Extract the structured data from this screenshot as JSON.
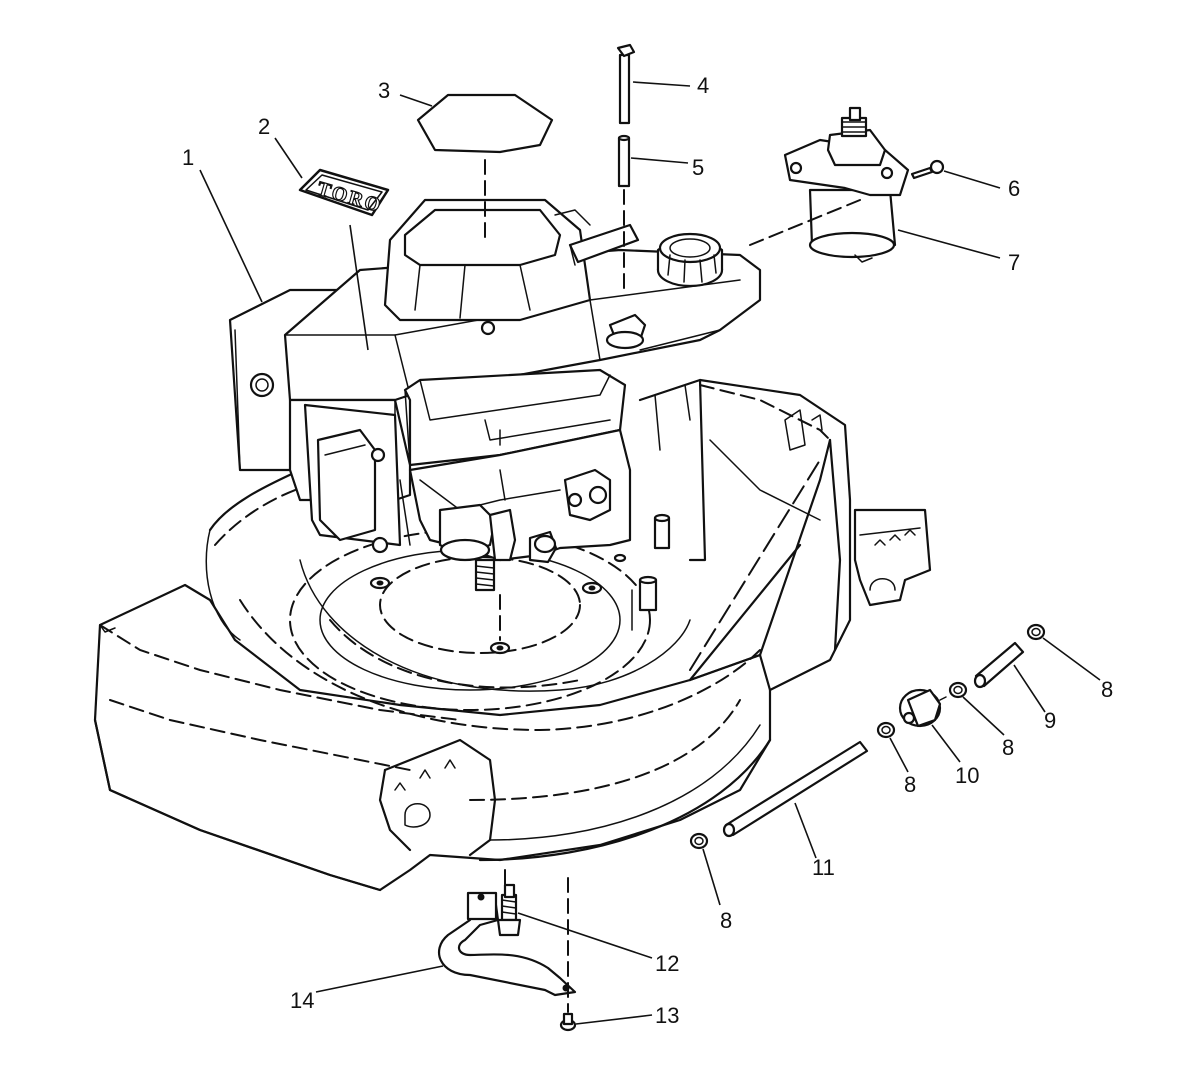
{
  "callouts": [
    {
      "id": "c1",
      "label": "1"
    },
    {
      "id": "c2",
      "label": "2"
    },
    {
      "id": "c3",
      "label": "3"
    },
    {
      "id": "c4",
      "label": "4"
    },
    {
      "id": "c5",
      "label": "5"
    },
    {
      "id": "c6",
      "label": "6"
    },
    {
      "id": "c7",
      "label": "7"
    },
    {
      "id": "c8a",
      "label": "8"
    },
    {
      "id": "c8b",
      "label": "8"
    },
    {
      "id": "c8c",
      "label": "8"
    },
    {
      "id": "c8d",
      "label": "8"
    },
    {
      "id": "c9",
      "label": "9"
    },
    {
      "id": "c10",
      "label": "10"
    },
    {
      "id": "c11",
      "label": "11"
    },
    {
      "id": "c12",
      "label": "12"
    },
    {
      "id": "c13",
      "label": "13"
    },
    {
      "id": "c14",
      "label": "14"
    }
  ],
  "decal_text": "TORO"
}
